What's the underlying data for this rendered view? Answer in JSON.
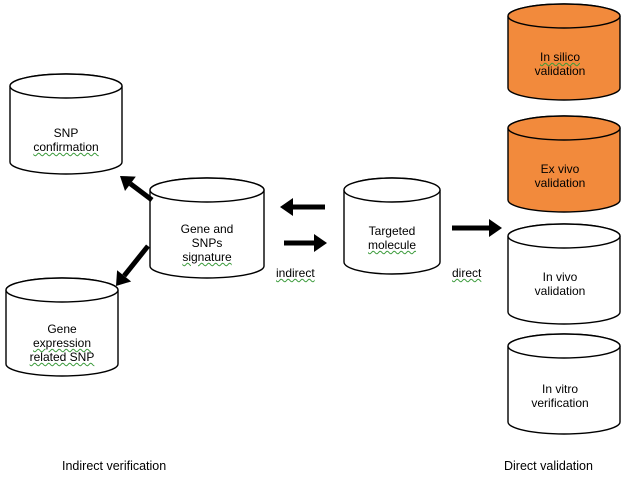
{
  "nodes": {
    "snp_confirmation": {
      "lines": [
        "SNP",
        "confirmation"
      ],
      "fill": "#ffffff"
    },
    "gene_expression": {
      "lines": [
        "Gene",
        "expression",
        "related SNP"
      ],
      "fill": "#ffffff"
    },
    "gene_snps_signature": {
      "lines": [
        "Gene and",
        "SNPs",
        "signature"
      ],
      "fill": "#ffffff"
    },
    "targeted_molecule": {
      "lines": [
        "Targeted",
        "molecule"
      ],
      "fill": "#ffffff"
    },
    "in_silico": {
      "lines": [
        "In silico",
        "validation"
      ],
      "fill": "#f28a3c"
    },
    "ex_vivo": {
      "lines": [
        "Ex vivo",
        "validation"
      ],
      "fill": "#f28a3c"
    },
    "in_vivo": {
      "lines": [
        "In vivo",
        "validation"
      ],
      "fill": "#ffffff"
    },
    "in_vitro": {
      "lines": [
        "In vitro",
        "verification"
      ],
      "fill": "#ffffff"
    }
  },
  "edge_labels": {
    "indirect": "indirect",
    "direct": "direct"
  },
  "captions": {
    "indirect_verification": "Indirect verification",
    "direct_validation": "Direct validation"
  },
  "colors": {
    "stroke": "#000000",
    "highlight": "#f28a3c"
  }
}
